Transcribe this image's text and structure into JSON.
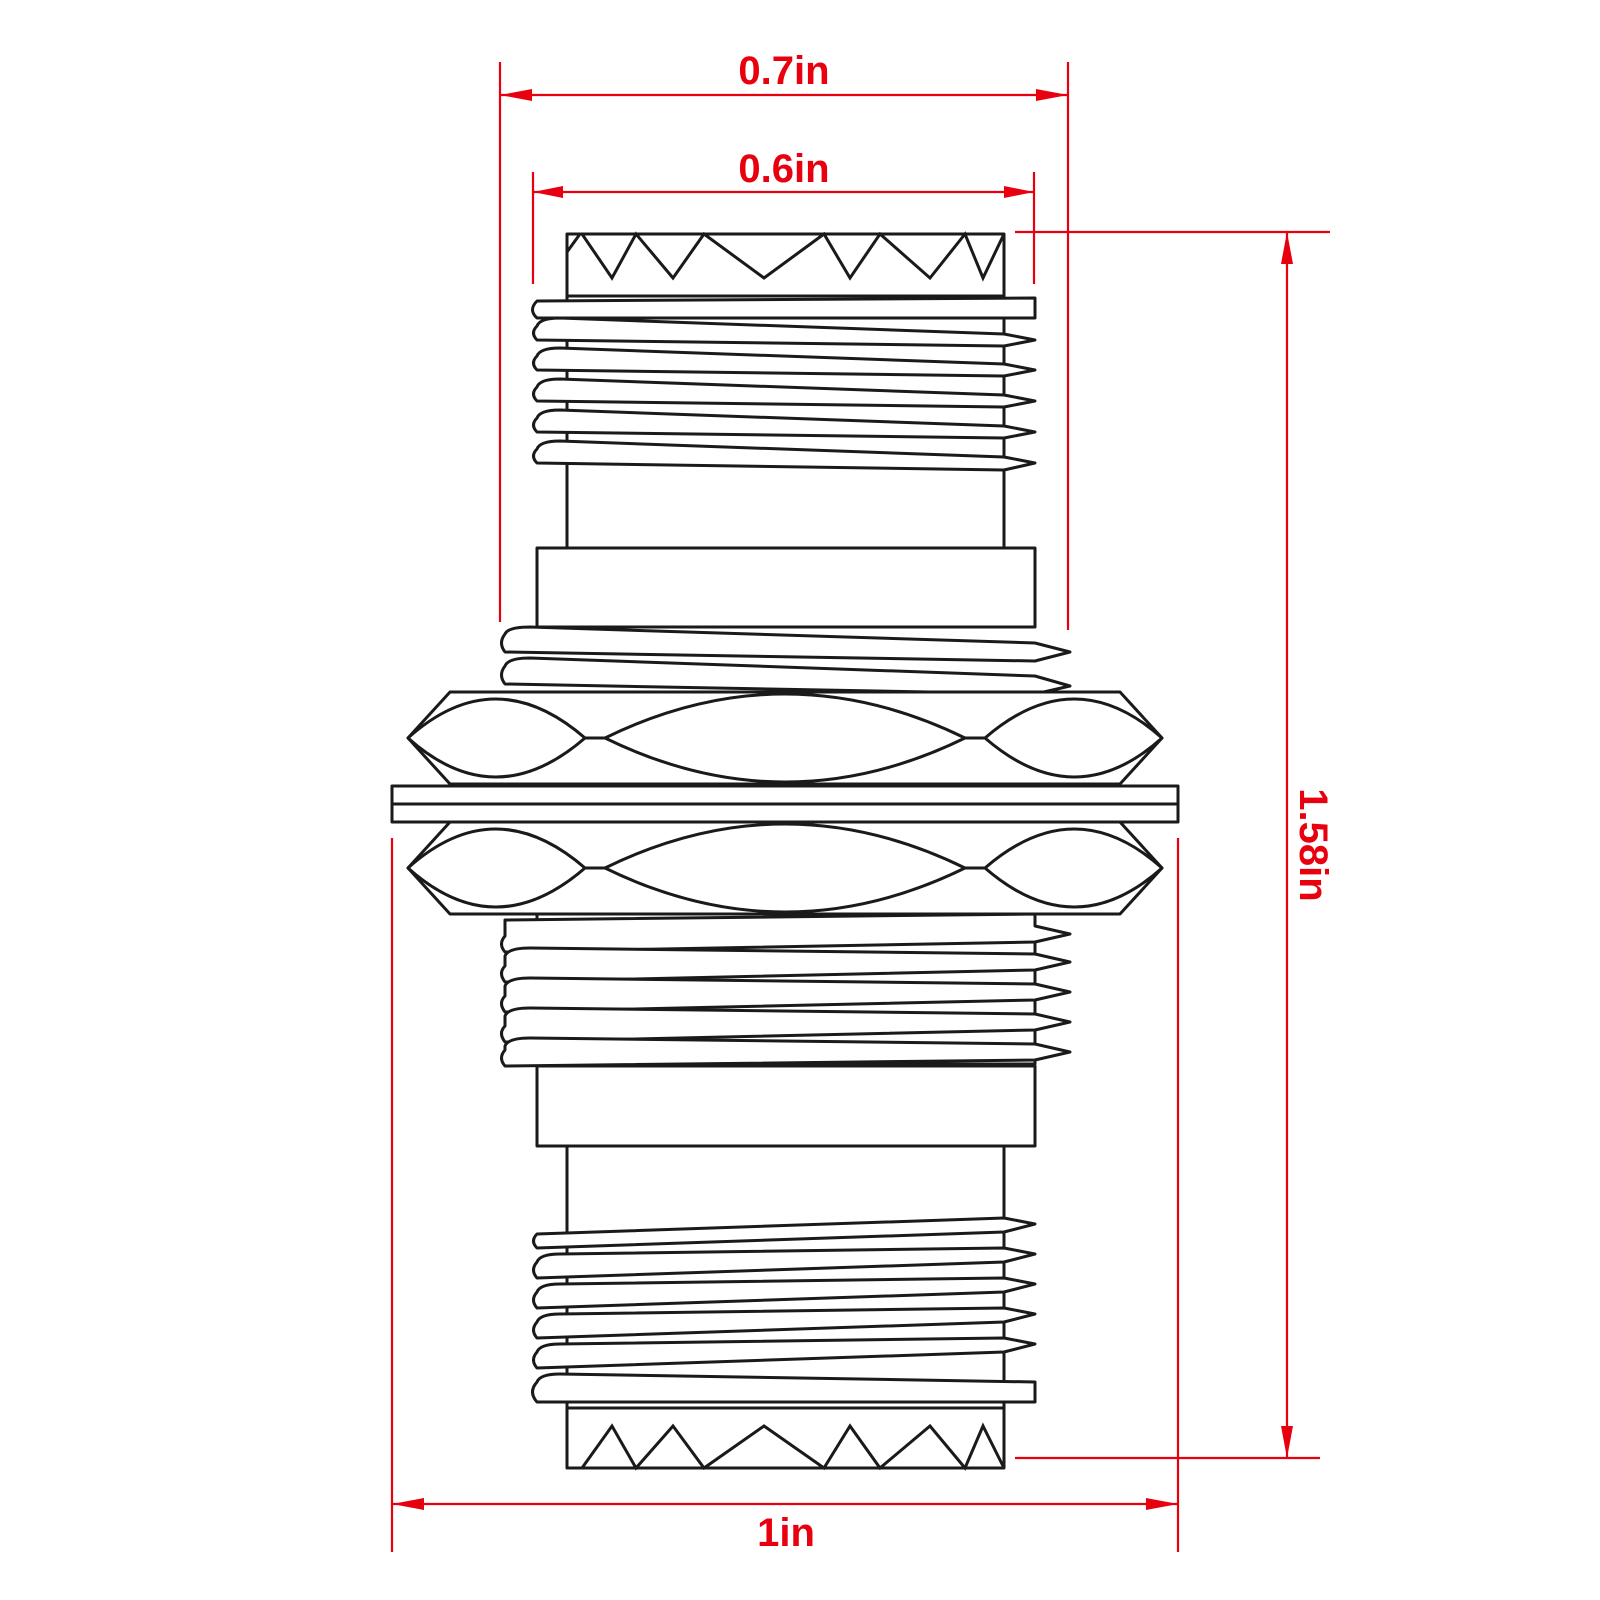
{
  "dimensions": {
    "outer_width": "0.7in",
    "inner_width": "0.6in",
    "height": "1.58in",
    "flange_width": "1in"
  },
  "colors": {
    "dimension": "#e8000f",
    "outline": "#1a1a1a",
    "background": "#ffffff"
  }
}
